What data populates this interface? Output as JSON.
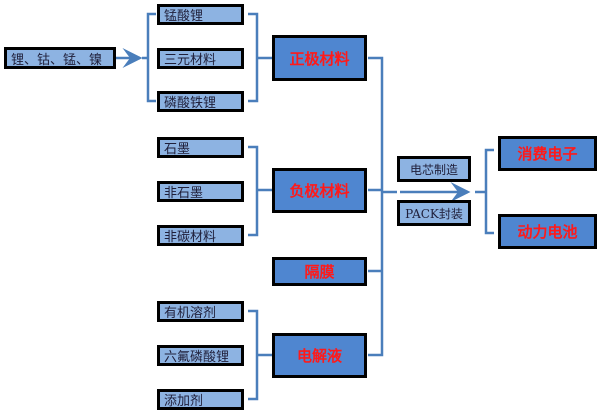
{
  "source": "锂、钴、锰、镍",
  "cathode": {
    "title": "正极材料",
    "items": [
      "锰酸锂",
      "三元材料",
      "磷酸铁锂"
    ]
  },
  "anode": {
    "title": "负极材料",
    "items": [
      "石墨",
      "非石墨",
      "非碳材料"
    ]
  },
  "separator": {
    "title": "隔膜"
  },
  "electrolyte": {
    "title": "电解液",
    "items": [
      "有机溶剂",
      "六氟磷酸锂",
      "添加剂"
    ]
  },
  "process": [
    "电芯制造",
    "PACK封装"
  ],
  "applications": [
    "消费电子",
    "动力电池"
  ],
  "colors": {
    "line": "#4a7ebb",
    "box": "#8db3e2",
    "big_box": "#4f86d0",
    "big_text": "#ff1a1a"
  }
}
